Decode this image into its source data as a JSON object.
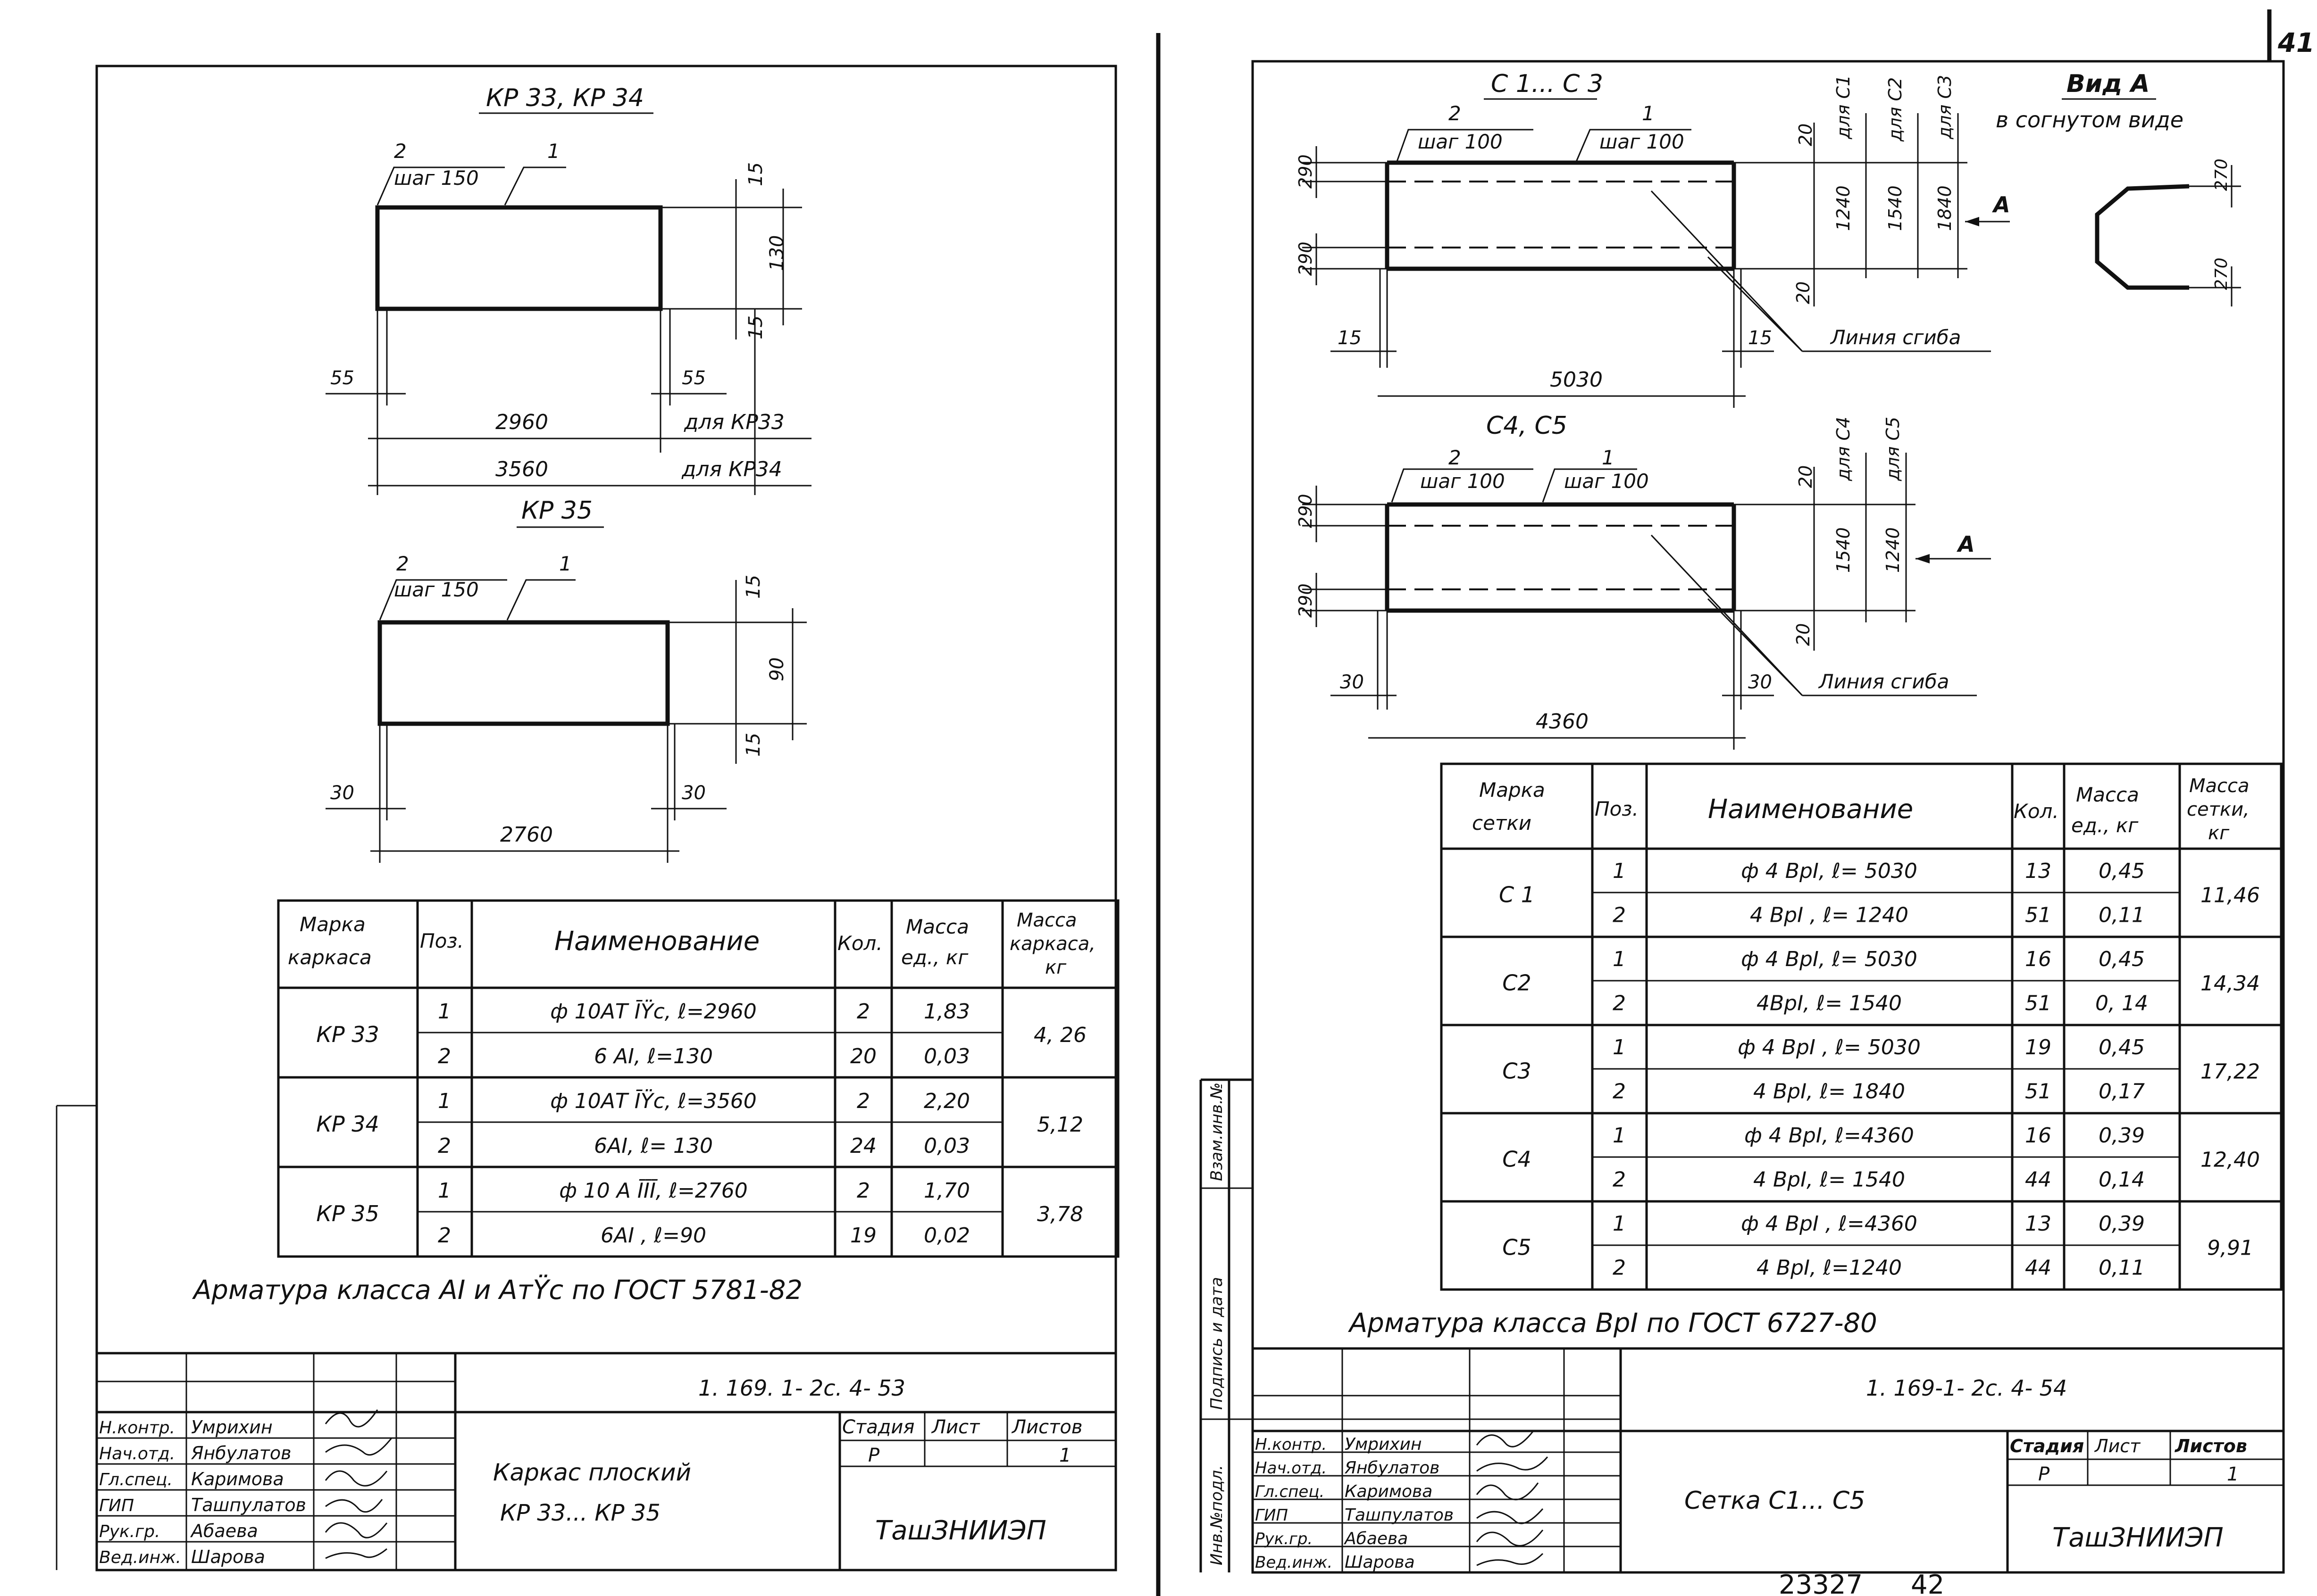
{
  "page_number": "41",
  "bottom_stamp": {
    "number": "23327",
    "page": "42"
  },
  "left": {
    "drawing1": {
      "title": "КР 33, КР 34",
      "tag_2": "2",
      "tag_1": "1",
      "step": "шаг 150",
      "dim_15_top": "15",
      "dim_130": "130",
      "dim_15_bottom": "15",
      "dim_55_left": "55",
      "dim_55_right": "55",
      "dim_2960": "2960",
      "note_kr33": "для КР33",
      "dim_3560": "3560",
      "note_kr34": "для КР34"
    },
    "drawing2": {
      "title": "КР 35",
      "tag_2": "2",
      "tag_1": "1",
      "step": "шаг 150",
      "dim_15_top": "15",
      "dim_90": "90",
      "dim_15_bottom": "15",
      "dim_30_left": "30",
      "dim_30_right": "30",
      "dim_2760": "2760"
    },
    "table": {
      "headers": [
        "Марка каркаса",
        "Поз.",
        "Наименование",
        "Кол.",
        "Масса ед., кг",
        "Масса каркаса, кг"
      ],
      "groups": [
        {
          "mark": "КР 33",
          "total": "4, 26",
          "rows": [
            {
              "pos": "1",
              "name": "ф 10АТ ĪŸс, ℓ=2960",
              "qty": "2",
              "mass": "1,83"
            },
            {
              "pos": "2",
              "name": "6 АI, ℓ=130",
              "qty": "20",
              "mass": "0,03"
            }
          ]
        },
        {
          "mark": "КР 34",
          "total": "5,12",
          "rows": [
            {
              "pos": "1",
              "name": "ф 10АТ ĪŸс, ℓ=3560",
              "qty": "2",
              "mass": "2,20"
            },
            {
              "pos": "2",
              "name": "6АI, ℓ= 130",
              "qty": "24",
              "mass": "0,03"
            }
          ]
        },
        {
          "mark": "КР 35",
          "total": "3,78",
          "rows": [
            {
              "pos": "1",
              "name": "ф 10 А ĪĪĪ, ℓ=2760",
              "qty": "2",
              "mass": "1,70"
            },
            {
              "pos": "2",
              "name": "6АI , ℓ=90",
              "qty": "19",
              "mass": "0,02"
            }
          ]
        }
      ]
    },
    "note": "Арматура класса АI и АтŸс по ГОСТ 5781-82",
    "title_block": {
      "code": "1. 169. 1- 2с. 4- 53",
      "roles": [
        "Н.контр.",
        "Нач.отд.",
        "Гл.спец.",
        "ГИП",
        "Рук.гр.",
        "Вед.инж."
      ],
      "names": [
        "Умрихин",
        "Янбулатов",
        "Каримова",
        "Ташпулатов",
        "Абаева",
        "Шарова"
      ],
      "h_stage": "Стадия",
      "h_sheet": "Лист",
      "h_sheets": "Листов",
      "stage": "Р",
      "sheet": "",
      "sheets": "1",
      "title_line1": "Каркас плоский",
      "title_line2": "КР 33... КР 35",
      "org": "ТашЗНИИЭП"
    }
  },
  "right": {
    "drawing1": {
      "title": "С 1... С 3",
      "tag_2": "2",
      "tag_1": "1",
      "step_2": "шаг 100",
      "step_1": "шаг 100",
      "dim_290_a": "290",
      "dim_290_b": "290",
      "dim_20_top": "20",
      "dim_20_bottom": "20",
      "for_c1": "для С1",
      "for_c2": "для С2",
      "for_c3": "для С3",
      "dim_1240": "1240",
      "dim_1540": "1540",
      "dim_1840": "1840",
      "arrow_a": "А",
      "dim_15_left": "15",
      "dim_15_right": "15",
      "bend_line": "Линия сгиба",
      "dim_5030": "5030"
    },
    "view_a": {
      "title": "Вид А",
      "subtitle": "в согнутом виде",
      "dim_270_a": "270",
      "dim_270_b": "270"
    },
    "drawing2": {
      "title": "С4, С5",
      "tag_2": "2",
      "tag_1": "1",
      "step_2": "шаг 100",
      "step_1": "шаг 100",
      "dim_290_a": "290",
      "dim_290_b": "290",
      "dim_20_top": "20",
      "dim_20_bottom": "20",
      "for_c4": "для С4",
      "for_c5": "для С5",
      "dim_1540": "1540",
      "dim_1240": "1240",
      "arrow_a": "А",
      "dim_30_left": "30",
      "dim_30_right": "30",
      "bend_line": "Линия сгиба",
      "dim_4360": "4360"
    },
    "table": {
      "headers": [
        "Марка сетки",
        "Поз.",
        "Наименование",
        "Кол.",
        "Масса ед., кг",
        "Масса сетки, кг"
      ],
      "groups": [
        {
          "mark": "С 1",
          "total": "11,46",
          "rows": [
            {
              "pos": "1",
              "name": "ф 4 ВрI, ℓ= 5030",
              "qty": "13",
              "mass": "0,45"
            },
            {
              "pos": "2",
              "name": "4 ВрI , ℓ= 1240",
              "qty": "51",
              "mass": "0,11"
            }
          ]
        },
        {
          "mark": "С2",
          "total": "14,34",
          "rows": [
            {
              "pos": "1",
              "name": "ф 4 ВрI, ℓ= 5030",
              "qty": "16",
              "mass": "0,45"
            },
            {
              "pos": "2",
              "name": "4ВрI, ℓ= 1540",
              "qty": "51",
              "mass": "0, 14"
            }
          ]
        },
        {
          "mark": "С3",
          "total": "17,22",
          "rows": [
            {
              "pos": "1",
              "name": "ф 4 ВрI , ℓ= 5030",
              "qty": "19",
              "mass": "0,45"
            },
            {
              "pos": "2",
              "name": "4 ВрI, ℓ= 1840",
              "qty": "51",
              "mass": "0,17"
            }
          ]
        },
        {
          "mark": "С4",
          "total": "12,40",
          "rows": [
            {
              "pos": "1",
              "name": "ф 4 ВрI, ℓ=4360",
              "qty": "16",
              "mass": "0,39"
            },
            {
              "pos": "2",
              "name": "4 ВрI, ℓ= 1540",
              "qty": "44",
              "mass": "0,14"
            }
          ]
        },
        {
          "mark": "С5",
          "total": "9,91",
          "rows": [
            {
              "pos": "1",
              "name": "ф 4 ВрI , ℓ=4360",
              "qty": "13",
              "mass": "0,39"
            },
            {
              "pos": "2",
              "name": "4 ВрI, ℓ=1240",
              "qty": "44",
              "mass": "0,11"
            }
          ]
        }
      ]
    },
    "note": "Арматура класса ВрI по ГОСТ 6727-80",
    "side_labels": [
      "Инв.№подл.",
      "Подпись и дата",
      "Взам.инв.№"
    ],
    "title_block": {
      "code": "1. 169-1- 2с. 4- 54",
      "roles": [
        "Н.контр.",
        "Нач.отд.",
        "Гл.спец.",
        "ГИП",
        "Рук.гр.",
        "Вед.инж."
      ],
      "names": [
        "Умрихин",
        "Янбулатов",
        "Каримова",
        "Ташпулатов",
        "Абаева",
        "Шарова"
      ],
      "h_stage": "Стадия",
      "h_sheet": "Лист",
      "h_sheets": "Листов",
      "stage": "Р",
      "sheet": "",
      "sheets": "1",
      "title": "Сетка С1... С5",
      "org": "ТашЗНИИЭП"
    }
  }
}
